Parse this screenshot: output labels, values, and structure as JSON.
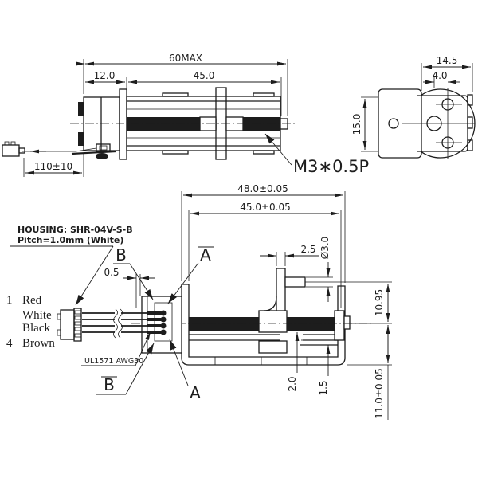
{
  "colors": {
    "line": "#1d1d1d",
    "background": "#ffffff"
  },
  "side_view": {
    "dim_overall": "60MAX",
    "dim_motor": "12.0",
    "dim_screw": "45.0",
    "dim_wire": "110±10",
    "thread_callout": "M3∗0.5P"
  },
  "end_view": {
    "dim_width": "14.5",
    "dim_hole_offset": "4.0",
    "dim_height": "15.0"
  },
  "assembly_view": {
    "dim_outer": "48.0±0.05",
    "dim_inner": "45.0±0.05",
    "dim_slider_width": "2.5",
    "dim_pin_dia": "Ø3.0",
    "dim_gap": "0.5",
    "dim_pin_height": "10.95",
    "dim_base": "2.0",
    "dim_plate": "1.5",
    "dim_height": "11.0±0.05",
    "section_b_top": "B",
    "section_a_top": "A",
    "section_b_bottom": "B",
    "section_a_bottom": "A",
    "housing_note_line1": "HOUSING: SHR-04V-S-B",
    "housing_note_line2": "Pitch=1.0mm (White)",
    "wire_spec": "UL1571 AWG30",
    "wires": [
      {
        "pin": "1",
        "color": "Red"
      },
      {
        "pin": "",
        "color": "White"
      },
      {
        "pin": "",
        "color": "Black"
      },
      {
        "pin": "4",
        "color": "Brown"
      }
    ]
  }
}
